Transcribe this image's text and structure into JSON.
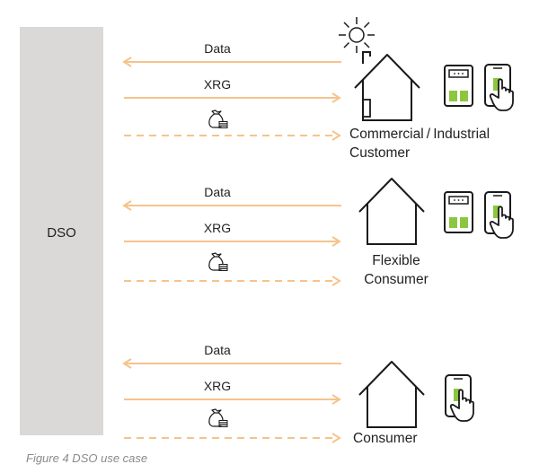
{
  "figure": {
    "caption": "Figure 4 DSO use case",
    "dso_label": "DSO",
    "flow_labels": {
      "data": "Data",
      "xrg": "XRG"
    },
    "colors": {
      "arrow": "#f6c38b",
      "dso_bar": "#dbd9d7",
      "line": "#1a1a1a",
      "device_green": "#8cc63f"
    }
  },
  "groups": [
    {
      "name_lines": [
        "Commercial / Industrial",
        "Customer"
      ],
      "has_sun": true,
      "devices": [
        "smart-meter-icon",
        "smartphone-hand-icon"
      ],
      "icons": [
        "money-bag-icon",
        "house-icon"
      ]
    },
    {
      "name_lines": [
        "Flexible",
        "Consumer"
      ],
      "has_sun": false,
      "devices": [
        "smart-meter-icon",
        "smartphone-hand-icon"
      ],
      "icons": [
        "money-bag-icon",
        "house-icon"
      ]
    },
    {
      "name_lines": [
        "Consumer"
      ],
      "has_sun": false,
      "devices": [
        "smartphone-hand-icon"
      ],
      "icons": [
        "money-bag-icon",
        "house-icon"
      ]
    }
  ]
}
